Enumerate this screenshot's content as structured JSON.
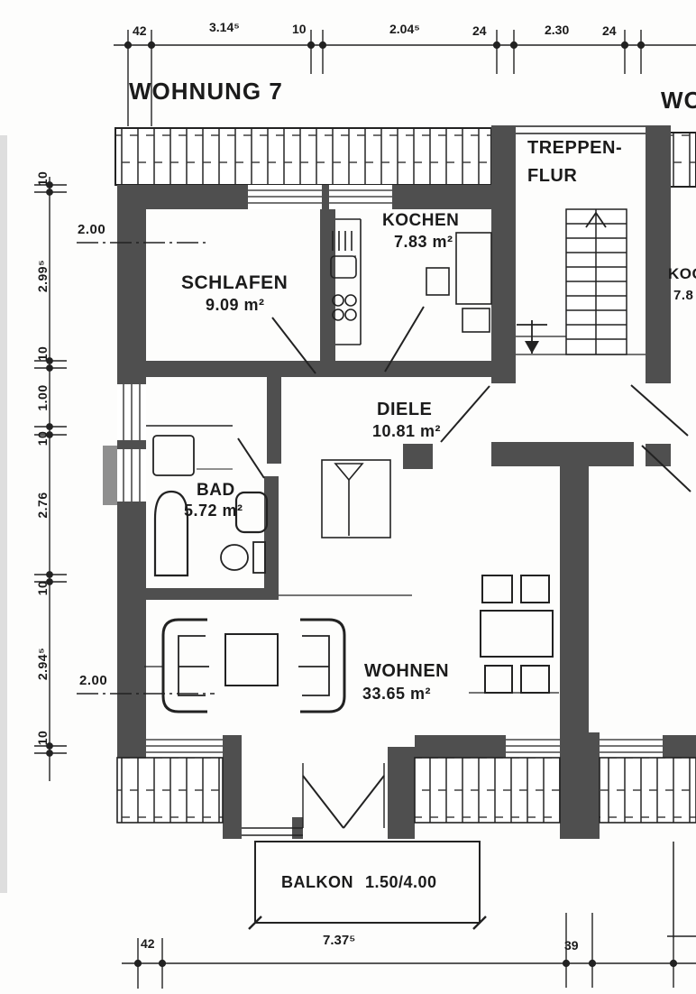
{
  "header": {
    "title": "WOHNUNG 7",
    "neighbor_title_partial": "WO"
  },
  "rooms": {
    "treppenflur": {
      "line1": "TREPPEN-",
      "line2": "FLUR"
    },
    "kochen": {
      "name": "KOCHEN",
      "area": "7.83 m²"
    },
    "schlafen": {
      "name": "SCHLAFEN",
      "area": "9.09 m²"
    },
    "diele": {
      "name": "DIELE",
      "area": "10.81 m²"
    },
    "bad": {
      "name": "BAD",
      "area": "5.72 m²"
    },
    "wohnen": {
      "name": "WOHNEN",
      "area": "33.65 m²"
    },
    "balkon": {
      "name": "BALKON",
      "size": "1.50/4.00"
    },
    "neighbor_kochen": {
      "name_partial": "KOC",
      "area_partial": "7.8"
    }
  },
  "dims": {
    "top": [
      "42",
      "3.14⁵",
      "10",
      "2.04⁵",
      "24",
      "2.30",
      "24"
    ],
    "left": [
      "10",
      "2.99⁵",
      "10",
      "1.00",
      "10",
      "2.76",
      "10",
      "2.94⁵",
      "10"
    ],
    "bottom": [
      "42",
      "7.37⁵",
      "39"
    ],
    "height_marks": [
      "2.00",
      "2.00"
    ]
  }
}
